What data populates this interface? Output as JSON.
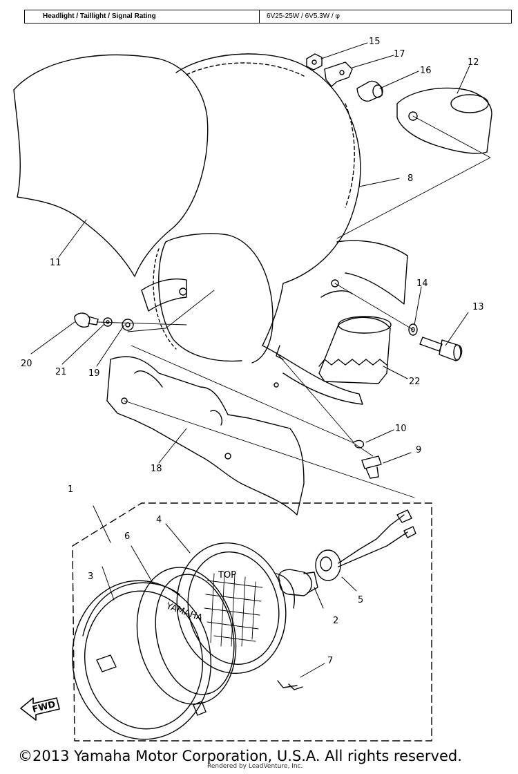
{
  "spec": {
    "label": "Headlight / Taillight / Signal Rating",
    "value": "6V25-25W / 6V5.3W / φ"
  },
  "callouts": [
    "1",
    "2",
    "3",
    "4",
    "5",
    "6",
    "7",
    "8",
    "9",
    "10",
    "11",
    "12",
    "13",
    "14",
    "15",
    "16",
    "17",
    "18",
    "19",
    "20",
    "21",
    "22"
  ],
  "fwd_label": "FWD",
  "lens_text": "TOP",
  "rim_text": "YAMAHA",
  "footer": {
    "copyright": "©2013 Yamaha Motor Corporation, U.S.A. All rights reserved.",
    "rendered_by": "Rendered by LeadVenture, Inc."
  }
}
